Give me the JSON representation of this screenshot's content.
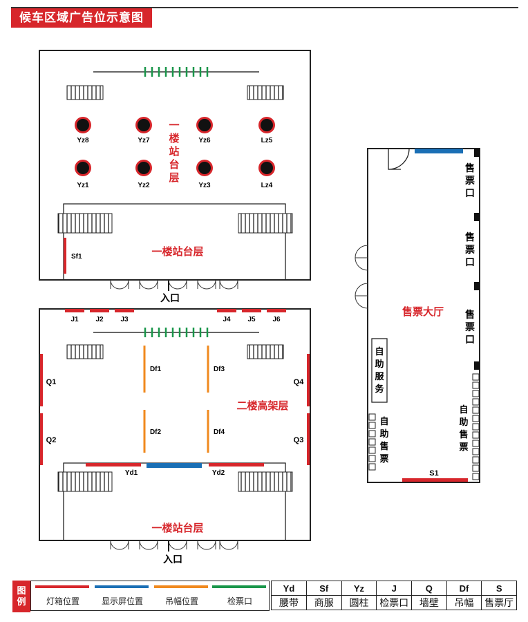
{
  "title": "候车区域广告位示意图",
  "colors": {
    "lightbox": "#d7262b",
    "screen": "#1a6fb5",
    "banner": "#f0891e",
    "gate": "#19964a"
  },
  "upper_plan": {
    "platform_vertical": "一楼站台层",
    "platform_bottom": "一楼站台层",
    "shop_label": "Sf1",
    "entrance": "入口",
    "pillars": [
      "Yz8",
      "Yz7",
      "Yz6",
      "Lz5",
      "Yz1",
      "Yz2",
      "Yz3",
      "Lz4"
    ]
  },
  "lower_plan": {
    "gates_top": [
      "J1",
      "J2",
      "J3",
      "J4",
      "J5",
      "J6"
    ],
    "walls": [
      "Q1",
      "Q2",
      "Q3",
      "Q4"
    ],
    "banners": [
      "Df1",
      "Df2",
      "Df3",
      "Df4"
    ],
    "waists": [
      "Yd1",
      "Yd2"
    ],
    "floor_label": "二楼高架层",
    "platform_bottom": "一楼站台层",
    "entrance": "入口"
  },
  "ticket_hall": {
    "label": "售票大厅",
    "counters": [
      "售票口",
      "售票口",
      "售票口"
    ],
    "self_service": "自助服务",
    "self_ticket_left": "自助售票",
    "self_ticket_right": "自助售票",
    "hall_label": "S1"
  },
  "legend": {
    "tag": [
      "图",
      "例"
    ],
    "lines": [
      {
        "label": "灯箱位置",
        "color": "#d7262b"
      },
      {
        "label": "显示屏位置",
        "color": "#1a6fb5"
      },
      {
        "label": "吊幅位置",
        "color": "#f0891e"
      },
      {
        "label": "检票口",
        "color": "#19964a"
      }
    ],
    "codes": [
      "Yd",
      "Sf",
      "Yz",
      "J",
      "Q",
      "Df",
      "S"
    ],
    "meanings": [
      "腰带",
      "商服",
      "圆柱",
      "检票口",
      "墙壁",
      "吊幅",
      "售票厅"
    ]
  }
}
